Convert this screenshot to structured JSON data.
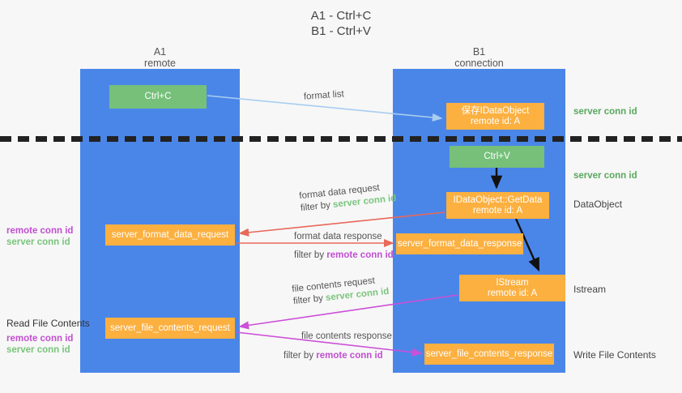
{
  "title": {
    "line1": "A1 - Ctrl+C",
    "line2": "B1 - Ctrl+V"
  },
  "lanes": [
    {
      "name": "A1",
      "role": "remote",
      "color": "#4a86e8"
    },
    {
      "name": "B1",
      "role": "connection",
      "color": "#4a86e8"
    }
  ],
  "colors": {
    "lane": "#4a86e8",
    "green_box": "#76c07a",
    "orange_box": "#fbb040",
    "server_conn_text": "#79c47c",
    "remote_conn_text": "#c050d0",
    "red_arrow": "#e8685a",
    "magenta_arrow": "#cc4fd8",
    "blue_arrow": "#a8cdf0",
    "black_arrow": "#111111",
    "background": "#f7f7f7"
  },
  "boxes": {
    "ctrl_c": "Ctrl+C",
    "save_data_object_l1": "保存IDataObject",
    "save_data_object_l2": "remote id: A",
    "ctrl_v": "Ctrl+V",
    "get_data_l1": "IDataObject::GetData",
    "get_data_l2": "remote id: A",
    "server_format_data_request": "server_format_data_request",
    "server_format_data_response": "server_format_data_response",
    "istream_l1": "IStream",
    "istream_l2": "remote id: A",
    "server_file_contents_request": "server_file_contents_request",
    "server_file_contents_response": "server_file_contents_response"
  },
  "side_labels": {
    "server_conn_id_1": "server conn id",
    "server_conn_id_2": "server conn id",
    "data_object": "DataObject",
    "istream": "Istream",
    "write_file_contents": "Write File Contents",
    "read_file_contents": "Read File Contents",
    "remote_conn_id": "remote conn id",
    "server_conn_id": "server conn id"
  },
  "arrow_labels": {
    "format_list": "format list",
    "format_data_request": "format data request",
    "format_data_request_filter_prefix": "filter by ",
    "format_data_request_filter_value": "server conn id",
    "format_data_response": "format data response",
    "format_data_response_filter_prefix": "filter by ",
    "format_data_response_filter_value": "remote conn id",
    "file_contents_request": "file contents request",
    "file_contents_request_filter_prefix": "filter by ",
    "file_contents_request_filter_value": "server conn id",
    "file_contents_response": "file contents response",
    "file_contents_response_filter_prefix": "filter by ",
    "file_contents_response_filter_value": "remote conn id"
  }
}
